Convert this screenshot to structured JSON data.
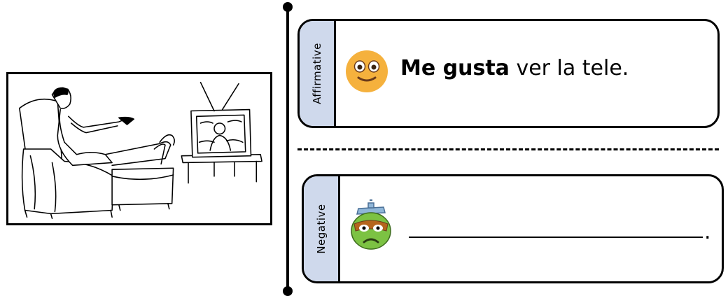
{
  "affirmative": {
    "tab_label": "Affirmative",
    "sentence_bold": "Me gusta",
    "sentence_rest": " ver la tele."
  },
  "negative": {
    "tab_label": "Negative",
    "answer_end": "."
  },
  "icons": {
    "affirmative_face": "smiley-face-icon",
    "negative_face": "grouchy-face-icon",
    "picture": "man-watching-tv-illustration"
  },
  "colors": {
    "tab_fill": "#cfd9ec",
    "smiley_fill": "#f5b13d",
    "grouch_fill": "#7cc243"
  }
}
